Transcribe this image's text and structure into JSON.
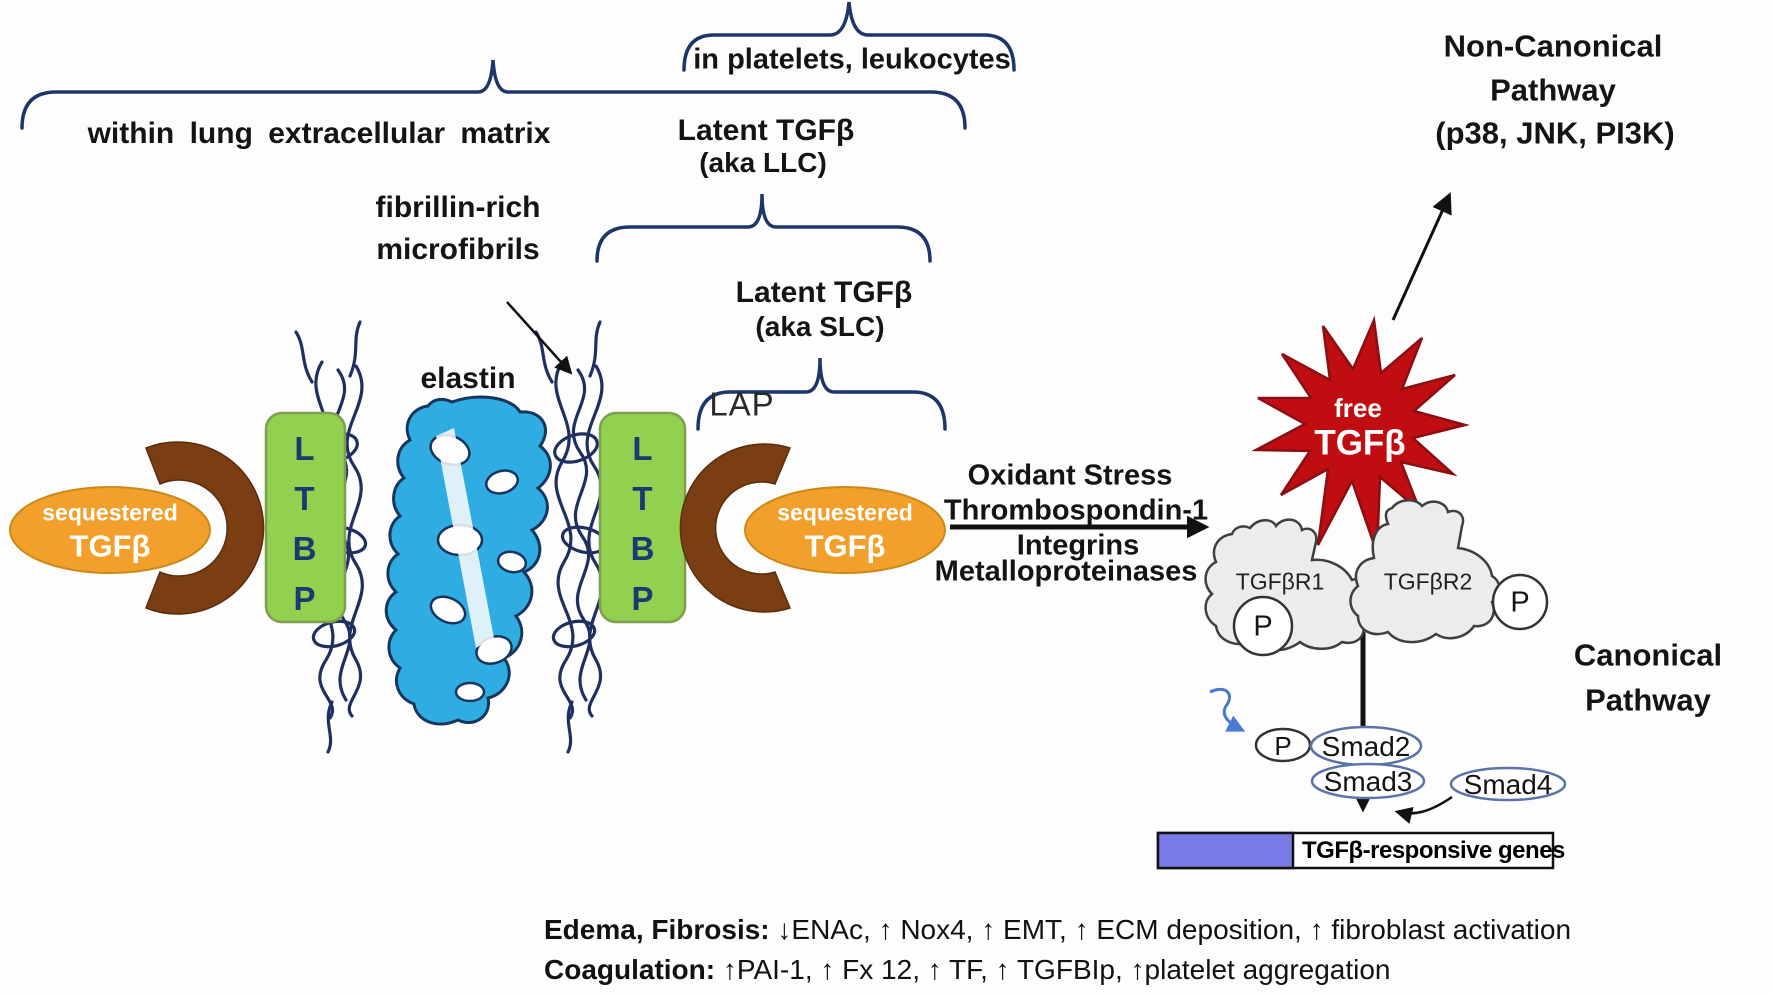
{
  "labels": {
    "in_platelets": "in platelets, leukocytes",
    "within_lung": "within lung extracellular matrix",
    "latent_tgfb": "Latent TGFβ",
    "aka_llc": "(aka LLC)",
    "fibrillin_rich": "fibrillin-rich",
    "microfibrils": "microfibrils",
    "aka_slc": "(aka SLC)",
    "elastin": "elastin",
    "lap": "LAP",
    "ltbp": "LTBP",
    "sequestered": "sequestered",
    "tgfb": "TGFβ",
    "free": "free"
  },
  "cascade": {
    "line1": "Oxidant Stress",
    "line2": "Thrombospondin-1",
    "line3": "Integrins",
    "line4": "Metalloproteinases"
  },
  "pathways": {
    "non_canonical_1": "Non-Canonical",
    "non_canonical_2": "Pathway",
    "non_canonical_3": "(p38, JNK, PI3K)",
    "canonical_1": "Canonical",
    "canonical_2": "Pathway"
  },
  "receptors": {
    "r1": "TGFβR1",
    "r2": "TGFβR2",
    "phospho": "P"
  },
  "smads": {
    "phospho": "P",
    "smad2": "Smad2",
    "smad3": "Smad3",
    "smad4": "Smad4"
  },
  "genes": {
    "label": "TGFβ-responsive genes"
  },
  "outcomes": {
    "edema_label": "Edema, Fibrosis:",
    "edema_text": " ↓ENAc, ↑ Nox4, ↑ EMT, ↑ ECM deposition, ↑ fibroblast activation",
    "coagulation_label": "Coagulation:",
    "coagulation_text": " ↑PAI-1, ↑ Fx 12, ↑ TF, ↑ TGFBIp, ↑platelet aggregation"
  },
  "colors": {
    "orange": "#F2A02B",
    "brown": "#7A3E12",
    "green": "#92D050",
    "navy": "#1C3668",
    "cyan": "#2FADE3",
    "red": "#C00D12",
    "receptor_gray": "#ECECEC",
    "gene_purple": "#7B7BE8",
    "phospho_arrow_blue": "#4A79D4"
  }
}
